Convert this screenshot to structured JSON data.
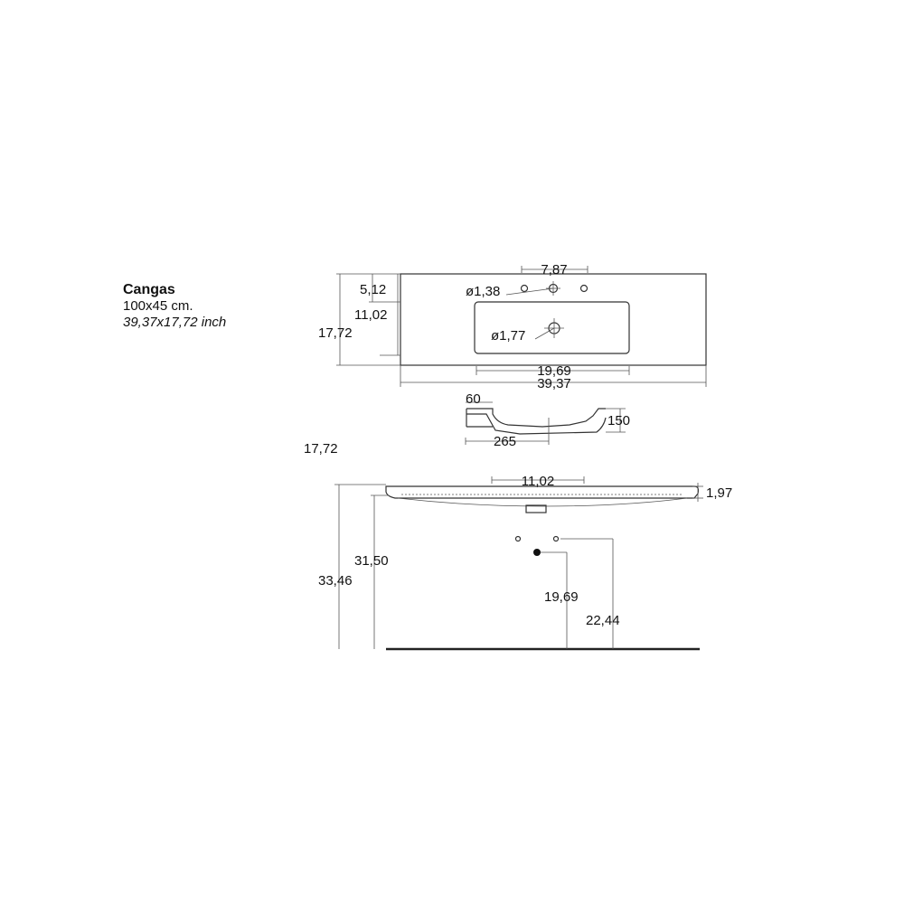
{
  "product": {
    "name": "Cangas",
    "size_cm": "100x45 cm.",
    "size_inch": "39,37x17,72 inch"
  },
  "top_view": {
    "tap_spacing": "7,87",
    "tap_hole_diameter": "ø1,38",
    "drain_diameter": "ø1,77",
    "edge_to_taps": "5,12",
    "edge_to_bowl": "11,02",
    "total_depth": "17,72",
    "bowl_width": "19,69",
    "total_width": "39,37"
  },
  "section_view": {
    "rim": "60",
    "height": "150",
    "bowl_depth": "265"
  },
  "front_view": {
    "depth_note": "17,72",
    "center_spacing": "11,02",
    "thickness": "1,97",
    "top_height": "33,46",
    "bottom_height": "31,50",
    "drain_height": "19,69",
    "supply_height": "22,44"
  }
}
